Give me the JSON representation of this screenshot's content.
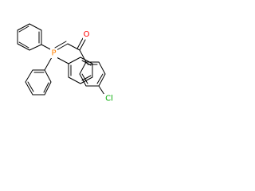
{
  "molecule": {
    "atoms": {
      "oxygen": {
        "label": "O",
        "color": "#ff0000"
      },
      "phosphorus": {
        "label": "P",
        "color": "#ff8000"
      },
      "chlorine": {
        "label": "Cl",
        "color": "#00aa00"
      }
    },
    "bond_color": "#000000"
  }
}
